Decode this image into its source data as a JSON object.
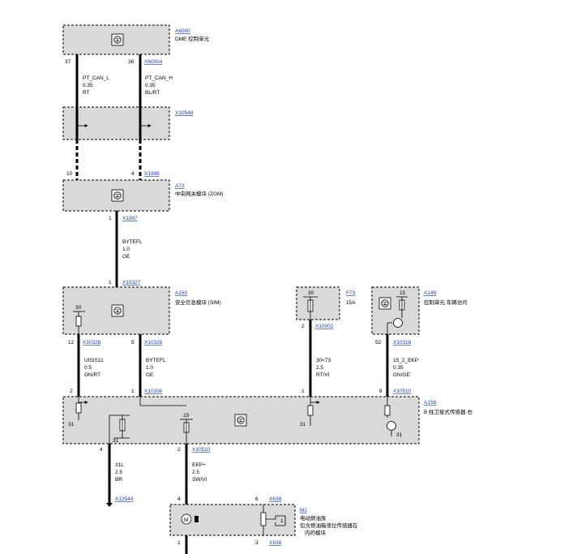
{
  "components": {
    "a6000": {
      "id": "A6000",
      "name": "DME 控制单元"
    },
    "x60004": {
      "id": "X60004"
    },
    "x10548": {
      "id": "X10548"
    },
    "x1998": {
      "id": "X1998"
    },
    "a73": {
      "id": "A73",
      "name": "中央网关模块 (ZGM)"
    },
    "x1997": {
      "id": "X1997"
    },
    "x10327": {
      "id": "X10327"
    },
    "a150": {
      "id": "A150",
      "name": "安全信息模块 (SIM)"
    },
    "x10328a": {
      "id": "X10328"
    },
    "x10328b": {
      "id": "X10328"
    },
    "f73": {
      "id": "F73",
      "rating": "15A"
    },
    "x10002": {
      "id": "X10002"
    },
    "a149": {
      "id": "A149",
      "name": "控制单元 车辆访问"
    },
    "x10318": {
      "id": "X10318"
    },
    "x10336": {
      "id": "X10336"
    },
    "x10510a": {
      "id": "X10510"
    },
    "a158": {
      "id": "A158",
      "name": "B 柱卫星式传感器 右"
    },
    "x10510b": {
      "id": "X10510"
    },
    "x13544": {
      "id": "X13544"
    },
    "x638a": {
      "id": "X638"
    },
    "m2": {
      "id": "M2",
      "name_line1": "电动燃油泵",
      "name_line2": "包含燃油箱液位传感器在",
      "name_line3": "内的模块"
    },
    "x638b": {
      "id": "X638"
    }
  },
  "wires": {
    "pt_can_l": {
      "signal": "PT_CAN_L",
      "size": "0.35",
      "color": "RT"
    },
    "pt_can_h": {
      "signal": "PT_CAN_H",
      "size": "0.35",
      "color": "BL/RT"
    },
    "byteflo": {
      "signal": "BYTEFL",
      "size": "1.0",
      "color": "GE"
    },
    "uisis11": {
      "signal": "UISIS11",
      "size": "0.5",
      "color": "GN/RT"
    },
    "byteflb": {
      "signal": "BYTEFL",
      "size": "1.0",
      "color": "GE"
    },
    "w30": {
      "signal": "30<73",
      "size": "2.5",
      "color": "RT/VI"
    },
    "w15": {
      "signal": "15_2_EKP",
      "size": "0.35",
      "color": "GN/GE"
    },
    "w31": {
      "signal": "31L",
      "size": "2.5",
      "color": "BR"
    },
    "ekp": {
      "signal": "EKP+",
      "size": "2.5",
      "color": "SW/VI"
    }
  },
  "pins": {
    "p37": "37",
    "p36": "36",
    "p10": "10",
    "p4a": "4",
    "p1a": "1",
    "p1b": "1",
    "p12": "12",
    "p5": "5",
    "p2a": "2",
    "p52": "52",
    "p2b": "2",
    "p1c": "1",
    "p1d": "1",
    "p8": "8",
    "p4b": "4",
    "p2c": "2",
    "p4c": "4",
    "p6": "6",
    "p1e": "1",
    "p3": "3"
  },
  "terminals": {
    "t30a": "30",
    "t30b": "30",
    "t15a": "15",
    "t15b": "15",
    "t31a": "31",
    "t31b": "31",
    "t31c": "31",
    "t31d": "31",
    "t1": "1"
  }
}
